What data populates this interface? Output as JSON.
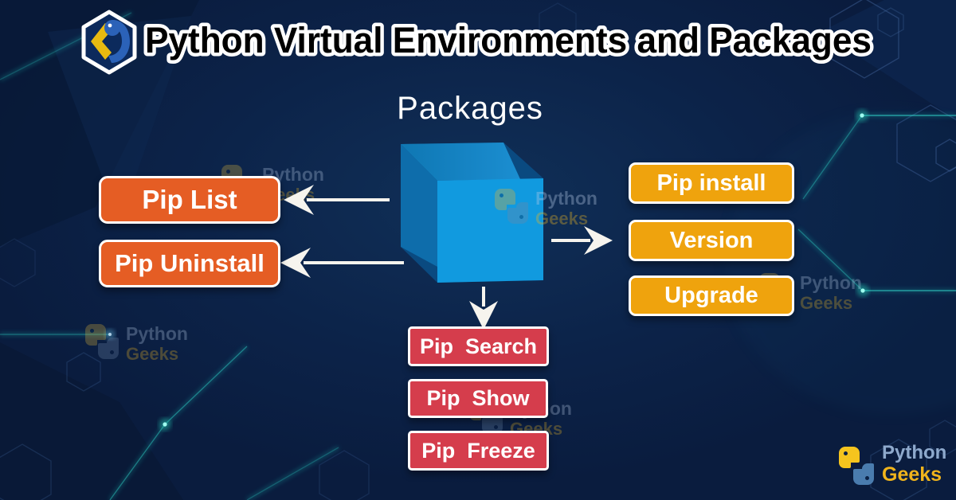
{
  "title": "Python Virtual Environments and Packages",
  "diagram": {
    "center_label": "Packages",
    "left_commands": [
      {
        "label": "Pip List"
      },
      {
        "label": "Pip Uninstall"
      }
    ],
    "right_commands": [
      {
        "label": "Pip install"
      },
      {
        "label": "Version"
      },
      {
        "label": "Upgrade"
      }
    ],
    "bottom_commands": [
      {
        "label": "Pip  Search"
      },
      {
        "label": "Pip  Show"
      },
      {
        "label": "Pip  Freeze"
      }
    ]
  },
  "watermark": {
    "line1": "Python",
    "line2": "Geeks"
  },
  "brand": {
    "line1": "Python",
    "line2": "Geeks"
  },
  "colors": {
    "background": "#0b1f44",
    "left_button": "#e55d24",
    "right_button": "#efa30d",
    "bottom_button": "#d53d4c",
    "cube_front": "#12a0e6",
    "cube_top": "#1585c4",
    "cube_dark": "#0a4a80",
    "arrow": "#f6f4ee",
    "title_fill": "#000000",
    "title_outline": "#ffffff",
    "circuit_glow": "#35e8d8",
    "brand_yellow": "#f0b41c",
    "brand_blue": "#8ea9cc"
  }
}
